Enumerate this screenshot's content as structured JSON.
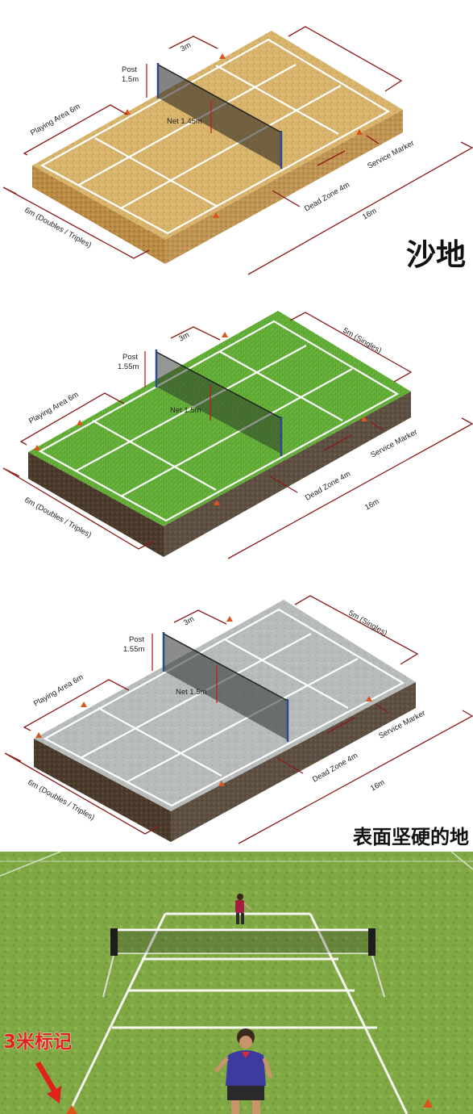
{
  "panels": [
    {
      "caption": "沙地",
      "post": [
        "Post",
        "1.5m"
      ],
      "net": "Net 1.45m",
      "width_end": "3m",
      "singles": "",
      "playing_area": "Playing Area 6m",
      "service_marker": "Service Marker",
      "dead_zone": "Dead Zone 4m",
      "length": "16m",
      "doubles": "6m (Doubles / Triples)"
    },
    {
      "caption": "",
      "post": [
        "Post",
        "1.55m"
      ],
      "net": "Net 1.5m",
      "width_end": "3m",
      "singles": "5m (Singles)",
      "playing_area": "Playing Area 6m",
      "service_marker": "Service Marker",
      "dead_zone": "Dead Zone 4m",
      "length": "16m",
      "doubles": "6m (Doubles / Triples)"
    },
    {
      "caption": "表面坚硬的地",
      "post": [
        "Post",
        "1.55m"
      ],
      "net": "Net 1.5m",
      "width_end": "3m",
      "singles": "5m (Singles)",
      "playing_area": "Playing Area 6m",
      "service_marker": "Service Marker",
      "dead_zone": "Dead Zone 4m",
      "length": "16m",
      "doubles": "6m (Doubles / Triples)"
    }
  ],
  "photo": {
    "annotation": "3米标记"
  },
  "colors": {
    "dimension_line": "#8b1a1a",
    "marker": "#d8561e",
    "sand": "#d8b26a",
    "grass": "#5aa23a",
    "hard": "#b9bdbc",
    "soil": "#4a3a2c",
    "annotation": "#e0201a"
  }
}
